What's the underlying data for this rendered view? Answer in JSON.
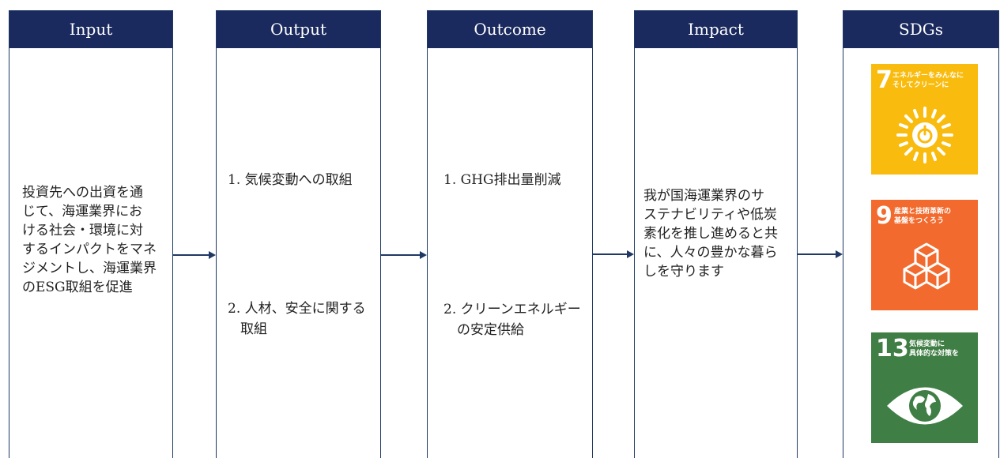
{
  "columns": {
    "input": {
      "header": "Input",
      "text": "投資先への出資を通\nじて、海運業界にお\nける社会・環境に対\nするインパクトをマネ\nジメントし、海運業界\nのESG取組を促進"
    },
    "output": {
      "header": "Output",
      "item1": "1. 気候変動への取組",
      "item2_line1": "2. 人材、安全に関する",
      "item2_line2": "取組"
    },
    "outcome": {
      "header": "Outcome",
      "item1": "1. GHG排出量削減",
      "item2_line1": "2. クリーンエネルギー",
      "item2_line2": "の安定供給"
    },
    "impact": {
      "header": "Impact",
      "text": "我が国海運業界のサ\nステナビリティや低炭\n素化を推し進めると共\nに、人々の豊かな暮ら\nしを守ります"
    },
    "sdgs": {
      "header": "SDGs",
      "goals": [
        {
          "number": "7",
          "label": "エネルギーをみんなに\nそしてクリーンに",
          "color": "#f9bb0d",
          "icon": "sun-power-icon"
        },
        {
          "number": "9",
          "label": "産業と技術革新の\n基盤をつくろう",
          "color": "#f26a2d",
          "icon": "cubes-icon"
        },
        {
          "number": "13",
          "label": "気候変動に\n具体的な対策を",
          "color": "#3f7e44",
          "icon": "earth-eye-icon"
        }
      ]
    }
  },
  "colors": {
    "header_bg": "#1b2a5e",
    "border": "#1f3864",
    "arrow": "#1f3864"
  }
}
